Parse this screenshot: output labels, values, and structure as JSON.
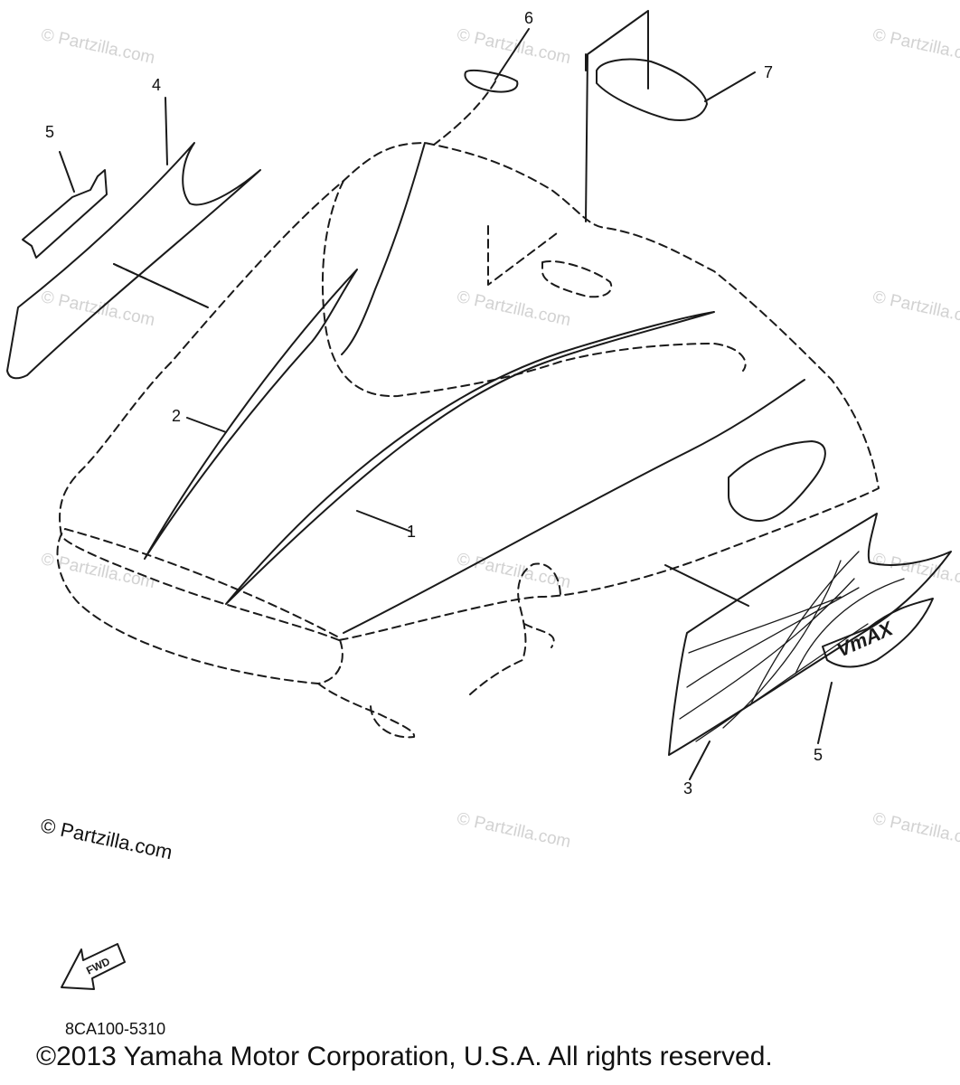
{
  "diagram": {
    "callouts": [
      "1",
      "2",
      "3",
      "4",
      "5",
      "5",
      "6",
      "7"
    ],
    "watermark": "© Partzilla.com",
    "drawing_code": "8CA100-5310",
    "copyright": "©2013  Yamaha Motor Corporation, U.S.A. All rights reserved.",
    "fwd_label": "FWD",
    "emblem_text": "VmAX",
    "line_color": "#1a1a1a",
    "watermark_color": "#d2d2d2"
  }
}
